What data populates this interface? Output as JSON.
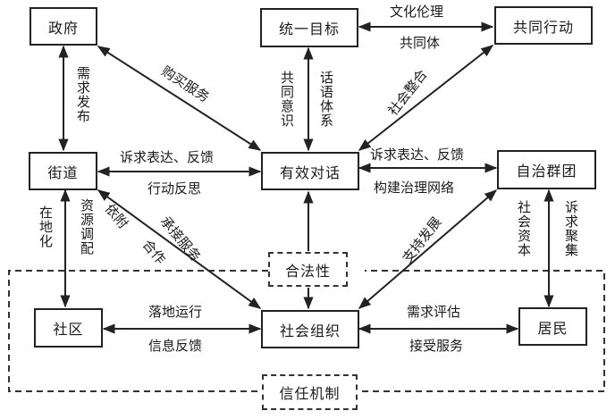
{
  "nodes": {
    "government": "政府",
    "unified_goal": "统一目标",
    "joint_action": "共同行动",
    "street": "街道",
    "effective_dialogue": "有效对话",
    "autonomous_group": "自治群团",
    "community": "社区",
    "social_org": "社会组织",
    "residents": "居民",
    "legitimacy": "合法性",
    "trust_mechanism": "信任机制"
  },
  "edge_labels": {
    "goal_action_top": "文化伦理",
    "goal_action_bottom": "共同体",
    "gov_street": "需求发布",
    "gov_dialogue": "购买服务",
    "goal_dialogue_left": "共同意识",
    "goal_dialogue_right": "话语体系",
    "dialogue_action": "社会整合",
    "street_dialogue_top": "诉求表达、反馈",
    "street_dialogue_bottom": "行动反思",
    "dialogue_group_top": "诉求表达、反馈",
    "dialogue_group_bottom": "构建治理网络",
    "street_community_left": "在地化",
    "street_community_right": "资源调配",
    "street_org_a": "依附",
    "street_org_b": "合作",
    "street_org_c": "承接服务",
    "org_group": "支持发展",
    "group_residents_left": "社会资本",
    "group_residents_right": "诉求聚集",
    "community_org_top": "落地运行",
    "community_org_bottom": "信息反馈",
    "org_residents_top": "需求评估",
    "org_residents_bottom": "接受服务"
  }
}
